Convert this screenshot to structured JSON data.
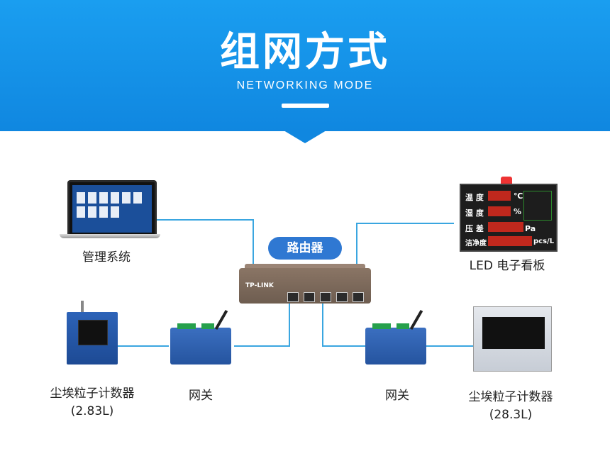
{
  "header": {
    "title": "组网方式",
    "subtitle": "NETWORKING MODE"
  },
  "router": {
    "badge": "路由器",
    "brand": "TP-LINK"
  },
  "nodes": {
    "management": "管理系统",
    "led_board": "LED 电子看板",
    "counter_small": {
      "name": "尘埃粒子计数器",
      "spec": "(2.83L)"
    },
    "counter_large": {
      "name": "尘埃粒子计数器",
      "spec": "(28.3L)"
    },
    "gateway_left": "网关",
    "gateway_right": "网关"
  },
  "led": {
    "rows": [
      {
        "label": "温 度",
        "unit": "℃"
      },
      {
        "label": "湿 度",
        "unit": "%"
      },
      {
        "label": "压 差",
        "unit": "Pa"
      },
      {
        "label": "洁净度",
        "unit": "pcs/L"
      }
    ]
  },
  "colors": {
    "banner": "#1a9ef0",
    "line": "#3aa6e0",
    "badge": "#2f78d2"
  }
}
